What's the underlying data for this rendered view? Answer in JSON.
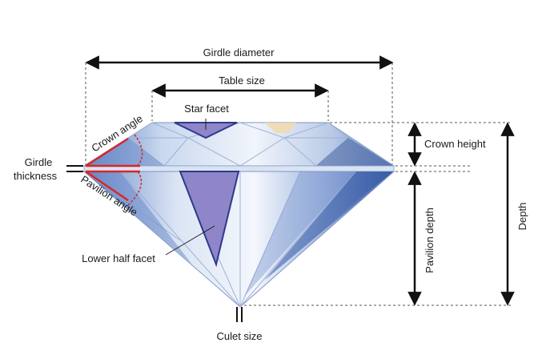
{
  "labels": {
    "girdle_diameter": "Girdle diameter",
    "table_size": "Table size",
    "star_facet": "Star facet",
    "crown_angle": "Crown angle",
    "girdle_thickness_line1": "Girdle",
    "girdle_thickness_line2": "thickness",
    "pavilion_angle": "Pavilion angle",
    "crown_height": "Crown height",
    "pavilion_depth": "Pavilion depth",
    "depth": "Depth",
    "lower_half_facet": "Lower half facet",
    "culet_size": "Culet size"
  },
  "colors": {
    "stone_light": "#e6eef7",
    "stone_mid": "#a9bde0",
    "stone_dark": "#4e6fb0",
    "facet_highlight": "#8e86c8",
    "facet_outline": "#2c3a8c",
    "angle_marker": "#d62828",
    "dimension_line": "#111111",
    "guide_line": "#555555"
  }
}
